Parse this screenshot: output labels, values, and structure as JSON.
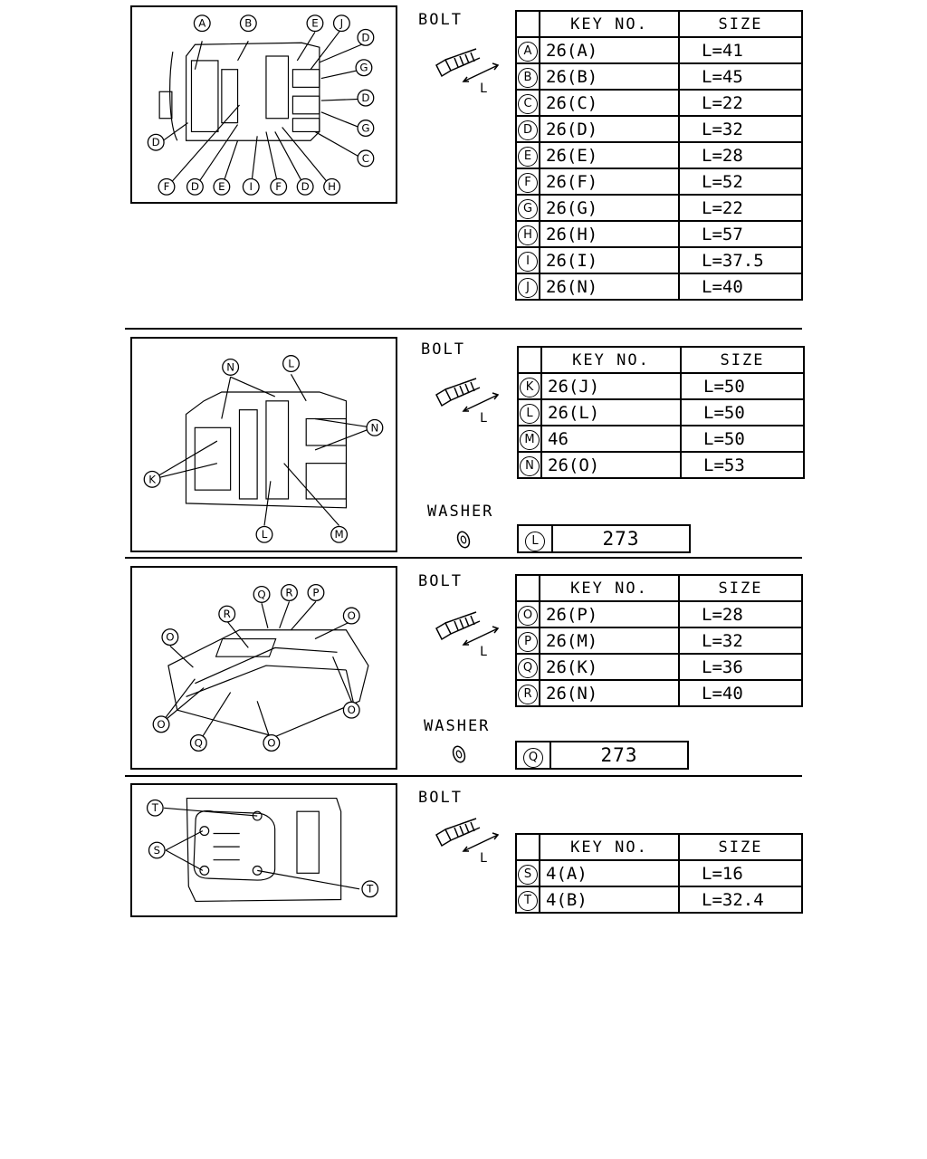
{
  "sections": [
    {
      "bolt_label": "BOLT",
      "dim_label": "L",
      "table_headers": {
        "key": "KEY NO.",
        "size": "SIZE"
      },
      "rows": [
        {
          "mark": "A",
          "key": "26(A)",
          "size": "L=41"
        },
        {
          "mark": "B",
          "key": "26(B)",
          "size": "L=45"
        },
        {
          "mark": "C",
          "key": "26(C)",
          "size": "L=22"
        },
        {
          "mark": "D",
          "key": "26(D)",
          "size": "L=32"
        },
        {
          "mark": "E",
          "key": "26(E)",
          "size": "L=28"
        },
        {
          "mark": "F",
          "key": "26(F)",
          "size": "L=52"
        },
        {
          "mark": "G",
          "key": "26(G)",
          "size": "L=22"
        },
        {
          "mark": "H",
          "key": "26(H)",
          "size": "L=57"
        },
        {
          "mark": "I",
          "key": "26(I)",
          "size": "L=37.5"
        },
        {
          "mark": "J",
          "key": "26(N)",
          "size": "L=40"
        }
      ],
      "callouts": [
        "A",
        "B",
        "E",
        "J",
        "D",
        "G",
        "D",
        "G",
        "C",
        "D",
        "F",
        "D",
        "E",
        "I",
        "F",
        "D",
        "H"
      ]
    },
    {
      "bolt_label": "BOLT",
      "dim_label": "L",
      "table_headers": {
        "key": "KEY NO.",
        "size": "SIZE"
      },
      "rows": [
        {
          "mark": "K",
          "key": "26(J)",
          "size": "L=50"
        },
        {
          "mark": "L",
          "key": "26(L)",
          "size": "L=50"
        },
        {
          "mark": "M",
          "key": "46",
          "size": "L=50"
        },
        {
          "mark": "N",
          "key": "26(O)",
          "size": "L=53"
        }
      ],
      "washer_label": "WASHER",
      "washer": {
        "mark": "L",
        "value": "273"
      },
      "callouts": [
        "N",
        "L",
        "N",
        "K",
        "L",
        "M"
      ]
    },
    {
      "bolt_label": "BOLT",
      "dim_label": "L",
      "table_headers": {
        "key": "KEY NO.",
        "size": "SIZE"
      },
      "rows": [
        {
          "mark": "O",
          "key": "26(P)",
          "size": "L=28"
        },
        {
          "mark": "P",
          "key": "26(M)",
          "size": "L=32"
        },
        {
          "mark": "Q",
          "key": "26(K)",
          "size": "L=36"
        },
        {
          "mark": "R",
          "key": "26(N)",
          "size": "L=40"
        }
      ],
      "washer_label": "WASHER",
      "washer": {
        "mark": "Q",
        "value": "273"
      },
      "callouts": [
        "O",
        "R",
        "Q",
        "R",
        "P",
        "O",
        "O",
        "O",
        "Q",
        "O"
      ]
    },
    {
      "bolt_label": "BOLT",
      "dim_label": "L",
      "table_headers": {
        "key": "KEY NO.",
        "size": "SIZE"
      },
      "rows": [
        {
          "mark": "S",
          "key": "4(A)",
          "size": "L=16"
        },
        {
          "mark": "T",
          "key": "4(B)",
          "size": "L=32.4"
        }
      ],
      "callouts": [
        "T",
        "S",
        "T"
      ]
    }
  ]
}
